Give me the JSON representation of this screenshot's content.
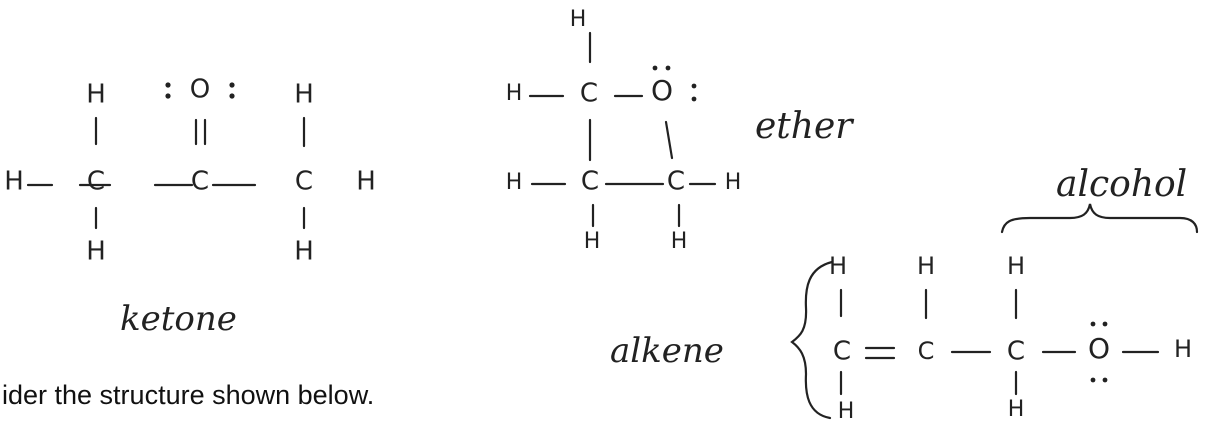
{
  "molecules": {
    "ketone": {
      "label": "ketone",
      "atoms": [
        {
          "sym": "H"
        },
        {
          "sym": "C"
        },
        {
          "sym": "H"
        },
        {
          "sym": "H"
        },
        {
          "sym": "C"
        },
        {
          "sym": "O"
        },
        {
          "sym": "C"
        },
        {
          "sym": "H"
        },
        {
          "sym": "H"
        },
        {
          "sym": "H"
        }
      ]
    },
    "ether": {
      "label": "ether",
      "atoms": [
        {
          "sym": "H"
        },
        {
          "sym": "H"
        },
        {
          "sym": "C"
        },
        {
          "sym": "O"
        },
        {
          "sym": "H"
        },
        {
          "sym": "C"
        },
        {
          "sym": "C"
        },
        {
          "sym": "H"
        },
        {
          "sym": "H"
        },
        {
          "sym": "H"
        }
      ]
    },
    "alkene_alcohol": {
      "label_alkene": "alkene",
      "label_alcohol": "alcohol",
      "atoms": [
        {
          "sym": "H"
        },
        {
          "sym": "C"
        },
        {
          "sym": "H"
        },
        {
          "sym": "H"
        },
        {
          "sym": "C"
        },
        {
          "sym": "H"
        },
        {
          "sym": "C"
        },
        {
          "sym": "H"
        },
        {
          "sym": "O"
        },
        {
          "sym": "H"
        }
      ]
    }
  },
  "caption": "ider the structure shown below."
}
